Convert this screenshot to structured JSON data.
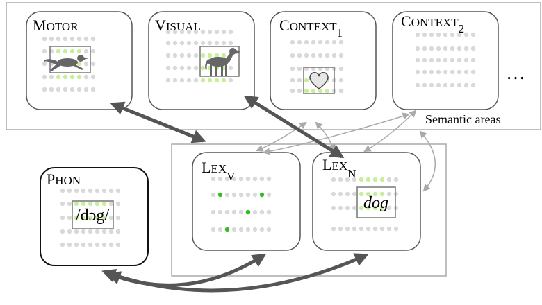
{
  "areas": {
    "motor": {
      "label": "MOTOR",
      "label_parts": [
        "M",
        "OTOR"
      ],
      "icon": "running-dog-icon"
    },
    "visual": {
      "label": "VISUAL",
      "label_parts": [
        "V",
        "ISUAL"
      ],
      "icon": "standing-dog-icon"
    },
    "context1": {
      "label": "CONTEXT1",
      "label_parts": [
        "C",
        "ONTEXT"
      ],
      "subscript": "1",
      "icon": "heart-icon"
    },
    "context2": {
      "label": "CONTEXT2",
      "label_parts": [
        "C",
        "ONTEXT"
      ],
      "subscript": "2"
    },
    "ellipsis": "…",
    "semantic_label": "Semantic areas",
    "lex_v": {
      "label": "LEXV",
      "label_parts": [
        "L",
        "EX"
      ],
      "subscript": "V"
    },
    "lex_n": {
      "label": "LEXN",
      "label_parts": [
        "L",
        "EX"
      ],
      "subscript": "N",
      "word": "dog"
    },
    "phon": {
      "label": "PHON",
      "label_parts": [
        "P",
        "HON"
      ],
      "word": "/dɔg/"
    }
  },
  "colors": {
    "dot_inactive": "#d9d9d9",
    "dot_active_light": "#c7ee9a",
    "dot_active_strong": "#33bb22",
    "box_border": "#555555",
    "group_border": "#aaaaaa",
    "strong_arrow": "#555555",
    "weak_arrow": "#aaaaaa",
    "icon_fill": "#666666"
  }
}
